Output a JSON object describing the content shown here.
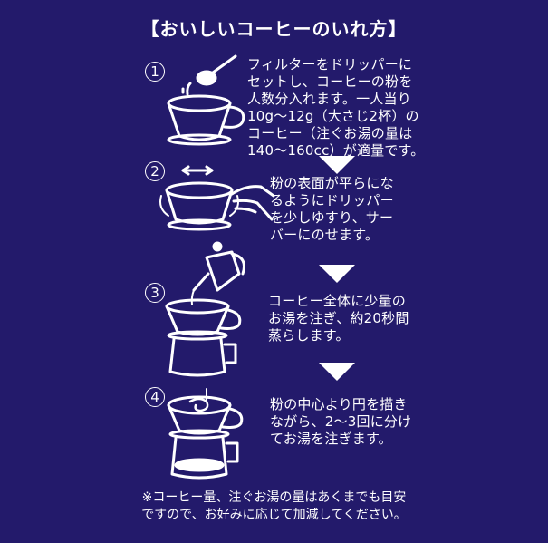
{
  "title": "【おいしいコーヒーのいれ方】",
  "steps": [
    {
      "number": "1",
      "text": "フィルターをドリッパーに\nセットし、コーヒーの粉を\n人数分入れます。一人当り\n10g〜12g（大さじ2杯）の\nコーヒー（注ぐお湯の量は\n140〜160cc）が適量です。",
      "illustration": "dripper-with-scoop-icon"
    },
    {
      "number": "2",
      "text": "粉の表面が平らにな\nるようにドリッパー\nを少しゆすり、サー\nバーにのせます。",
      "illustration": "hand-shaking-dripper-icon"
    },
    {
      "number": "3",
      "text": "コーヒー全体に少量の\nお湯を注ぎ、約20秒間\n蒸らします。",
      "illustration": "kettle-pouring-into-dripper-on-server-icon"
    },
    {
      "number": "4",
      "text": "粉の中心より円を描き\nながら、2〜3回に分け\nてお湯を注ぎます。",
      "illustration": "spiral-pour-dripper-on-server-icon"
    }
  ],
  "note": "※コーヒー量、注ぐお湯の量はあくまでも目安\nですので、お好みに応じて加減してください。",
  "colors": {
    "background": "#231a6b",
    "foreground": "#ffffff"
  }
}
